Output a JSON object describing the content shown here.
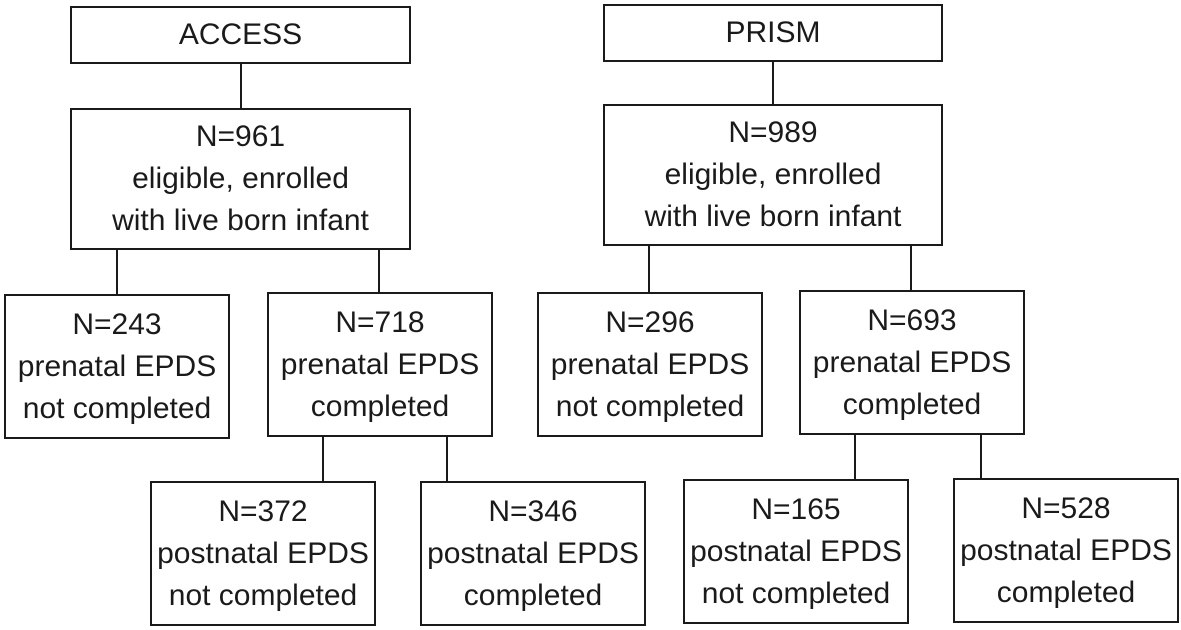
{
  "access": {
    "title": "ACCESS",
    "enrolled": {
      "n": "N=961",
      "line1": "eligible, enrolled",
      "line2": "with live born infant"
    },
    "prenatal_not": {
      "n": "N=243",
      "line1": "prenatal EPDS",
      "line2": "not completed"
    },
    "prenatal_done": {
      "n": "N=718",
      "line1": "prenatal EPDS",
      "line2": "completed"
    },
    "postnatal_not": {
      "n": "N=372",
      "line1": "postnatal EPDS",
      "line2": "not completed"
    },
    "postnatal_done": {
      "n": "N=346",
      "line1": "postnatal EPDS",
      "line2": "completed"
    }
  },
  "prism": {
    "title": "PRISM",
    "enrolled": {
      "n": "N=989",
      "line1": "eligible, enrolled",
      "line2": "with live born infant"
    },
    "prenatal_not": {
      "n": "N=296",
      "line1": "prenatal EPDS",
      "line2": "not completed"
    },
    "prenatal_done": {
      "n": "N=693",
      "line1": "prenatal EPDS",
      "line2": "completed"
    },
    "postnatal_not": {
      "n": "N=165",
      "line1": "postnatal EPDS",
      "line2": "not completed"
    },
    "postnatal_done": {
      "n": "N=528",
      "line1": "postnatal EPDS",
      "line2": "completed"
    }
  }
}
